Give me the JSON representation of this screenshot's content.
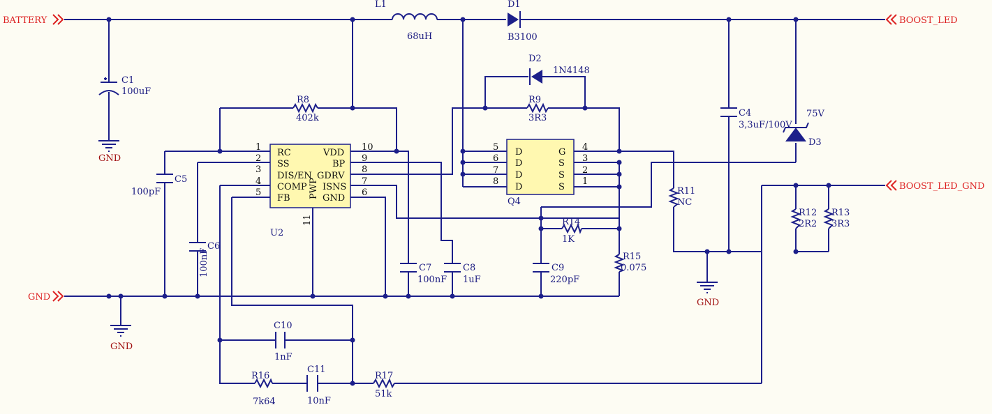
{
  "ports": {
    "battery": "BATTERY",
    "gnd": "GND",
    "boost_led": "BOOST_LED",
    "boost_led_gnd": "BOOST_LED_GND"
  },
  "components": {
    "L1": {
      "ref": "L1",
      "value": "68uH"
    },
    "D1": {
      "ref": "D1",
      "value": "B3100"
    },
    "D2": {
      "ref": "D2",
      "value": "1N4148"
    },
    "D3": {
      "ref": "D3",
      "value": "75V"
    },
    "C1": {
      "ref": "C1",
      "value": "100uF"
    },
    "C4": {
      "ref": "C4",
      "value": "3,3uF/100V"
    },
    "C5": {
      "ref": "C5",
      "value": "100pF"
    },
    "C6": {
      "ref": "C6",
      "value": "100nF"
    },
    "C7": {
      "ref": "C7",
      "value": "100nF"
    },
    "C8": {
      "ref": "C8",
      "value": "1uF"
    },
    "C9": {
      "ref": "C9",
      "value": "220pF"
    },
    "C10": {
      "ref": "C10",
      "value": "1nF"
    },
    "C11": {
      "ref": "C11",
      "value": "10nF"
    },
    "R8": {
      "ref": "R8",
      "value": "402k"
    },
    "R9": {
      "ref": "R9",
      "value": "3R3"
    },
    "R11": {
      "ref": "R11",
      "value": "NC"
    },
    "R12": {
      "ref": "R12",
      "value": "2R2"
    },
    "R13": {
      "ref": "R13",
      "value": "3R3"
    },
    "R14": {
      "ref": "R14",
      "value": "1K"
    },
    "R15": {
      "ref": "R15",
      "value": "0.075"
    },
    "R16": {
      "ref": "R16",
      "value": "7k64"
    },
    "R17": {
      "ref": "R17",
      "value": "51k"
    },
    "U2": {
      "ref": "U2",
      "pwp_label": "PWP",
      "pwp_pin": "11"
    },
    "Q4": {
      "ref": "Q4"
    }
  },
  "u2_pins": {
    "left": [
      {
        "num": "1",
        "name": "RC"
      },
      {
        "num": "2",
        "name": "SS"
      },
      {
        "num": "3",
        "name": "DIS/EN"
      },
      {
        "num": "4",
        "name": "COMP"
      },
      {
        "num": "5",
        "name": "FB"
      }
    ],
    "right": [
      {
        "num": "10",
        "name": "VDD"
      },
      {
        "num": "9",
        "name": "BP"
      },
      {
        "num": "8",
        "name": "GDRV"
      },
      {
        "num": "7",
        "name": "ISNS"
      },
      {
        "num": "6",
        "name": "GND"
      }
    ]
  },
  "q4_pins": {
    "left": [
      {
        "num": "5",
        "name": "D"
      },
      {
        "num": "6",
        "name": "D"
      },
      {
        "num": "7",
        "name": "D"
      },
      {
        "num": "8",
        "name": "D"
      }
    ],
    "right": [
      {
        "num": "4",
        "name": "G"
      },
      {
        "num": "3",
        "name": "S"
      },
      {
        "num": "2",
        "name": "S"
      },
      {
        "num": "1",
        "name": "S"
      }
    ]
  },
  "colors": {
    "wire": "#1c1f8a",
    "port": "#dd2222",
    "ground_label": "#a01010",
    "ic_fill": "#fff8b0",
    "background": "#fdfcf3"
  }
}
